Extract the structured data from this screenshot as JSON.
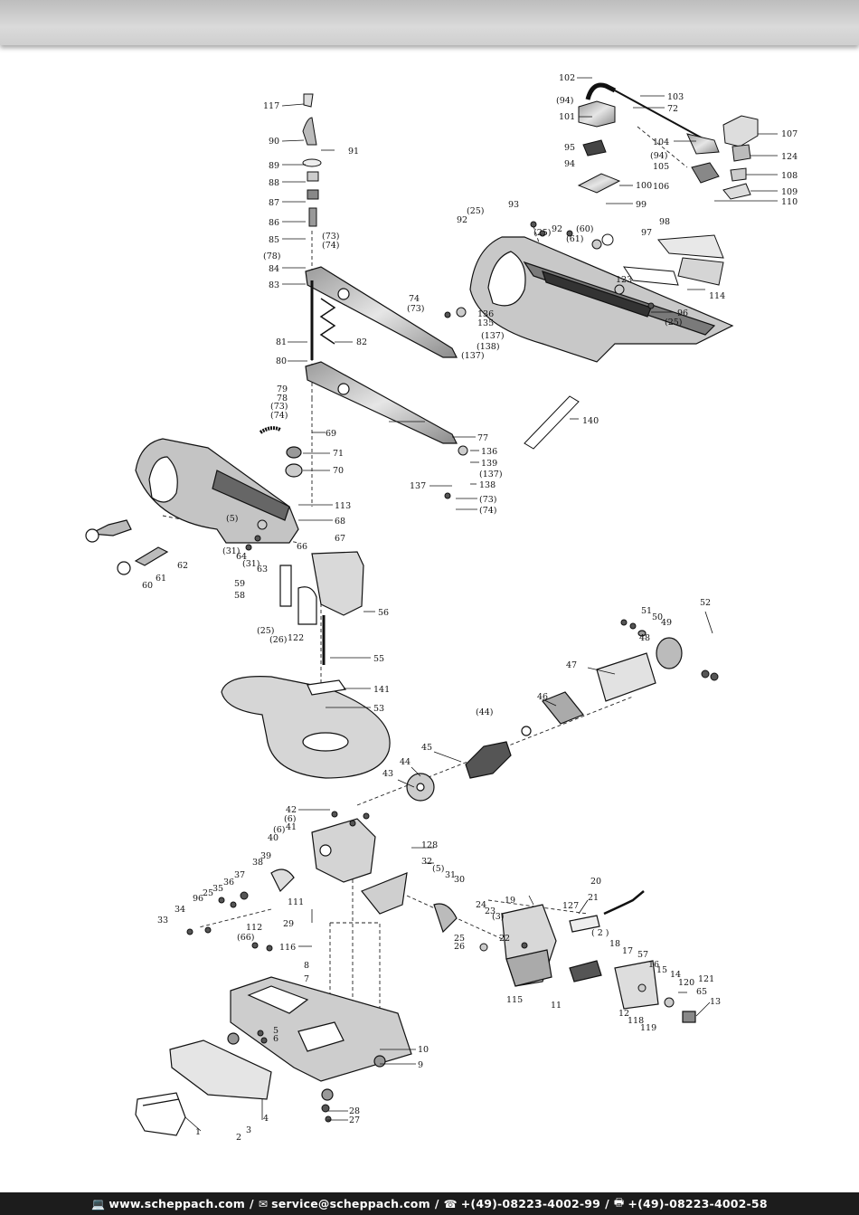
{
  "footer": {
    "web_icon": "monitor-icon",
    "web": "www.scheppach.com",
    "sep1": "/",
    "mail_icon": "envelope-icon",
    "mail": "service@scheppach.com",
    "sep2": "/",
    "phone_icon": "telephone-icon",
    "phone": "+(49)-08223-4002-99",
    "sep3": "/",
    "fax_icon": "fax-icon",
    "fax": "+(49)-08223-4002-58"
  },
  "callouts": [
    {
      "id": "c117",
      "text": "117"
    },
    {
      "id": "c90",
      "text": "90"
    },
    {
      "id": "c91",
      "text": "91"
    },
    {
      "id": "c89",
      "text": "89"
    },
    {
      "id": "c88",
      "text": "88"
    },
    {
      "id": "c87",
      "text": "87"
    },
    {
      "id": "c86",
      "text": "86"
    },
    {
      "id": "c85",
      "text": "85"
    },
    {
      "id": "c73a",
      "text": "(73)"
    },
    {
      "id": "c74a",
      "text": "(74)"
    },
    {
      "id": "c78a",
      "text": "(78)"
    },
    {
      "id": "c84",
      "text": "84"
    },
    {
      "id": "c83",
      "text": "83"
    },
    {
      "id": "c74b",
      "text": "74"
    },
    {
      "id": "c73b",
      "text": "(73)"
    },
    {
      "id": "c136a",
      "text": "136"
    },
    {
      "id": "c135",
      "text": "135"
    },
    {
      "id": "c137a",
      "text": "(137)"
    },
    {
      "id": "c138a",
      "text": "(138)"
    },
    {
      "id": "c137b",
      "text": "(137)"
    },
    {
      "id": "c81",
      "text": "81"
    },
    {
      "id": "c82",
      "text": "82"
    },
    {
      "id": "c80",
      "text": "80"
    },
    {
      "id": "c79",
      "text": "79"
    },
    {
      "id": "c78",
      "text": "78"
    },
    {
      "id": "c73c",
      "text": "(73)"
    },
    {
      "id": "c74c",
      "text": "(74)"
    },
    {
      "id": "c69",
      "text": "69"
    },
    {
      "id": "c71",
      "text": "71"
    },
    {
      "id": "c70",
      "text": "70"
    },
    {
      "id": "c77",
      "text": "77"
    },
    {
      "id": "c136b",
      "text": "136"
    },
    {
      "id": "c139",
      "text": "139"
    },
    {
      "id": "c137c",
      "text": "(137)"
    },
    {
      "id": "c137",
      "text": "137"
    },
    {
      "id": "c138",
      "text": "138"
    },
    {
      "id": "c73d",
      "text": "(73)"
    },
    {
      "id": "c74d",
      "text": "(74)"
    },
    {
      "id": "c113",
      "text": "113"
    },
    {
      "id": "c5a",
      "text": "(5)"
    },
    {
      "id": "c68",
      "text": "68"
    },
    {
      "id": "c67",
      "text": "67"
    },
    {
      "id": "c66",
      "text": "66"
    },
    {
      "id": "c31a",
      "text": "(31)"
    },
    {
      "id": "c64",
      "text": "64"
    },
    {
      "id": "c31b",
      "text": "(31)"
    },
    {
      "id": "c63",
      "text": "63"
    },
    {
      "id": "c62",
      "text": "62"
    },
    {
      "id": "c61",
      "text": "61"
    },
    {
      "id": "c60",
      "text": "60"
    },
    {
      "id": "c59",
      "text": "59"
    },
    {
      "id": "c58",
      "text": "58"
    },
    {
      "id": "c56",
      "text": "56"
    },
    {
      "id": "c25a",
      "text": "(25)"
    },
    {
      "id": "c26a",
      "text": "(26)"
    },
    {
      "id": "c122",
      "text": "122"
    },
    {
      "id": "c55",
      "text": "55"
    },
    {
      "id": "c141",
      "text": "141"
    },
    {
      "id": "c53",
      "text": "53"
    },
    {
      "id": "c102",
      "text": "102"
    },
    {
      "id": "c94a",
      "text": "(94)"
    },
    {
      "id": "c103",
      "text": "103"
    },
    {
      "id": "c72",
      "text": "72"
    },
    {
      "id": "c101",
      "text": "101"
    },
    {
      "id": "c107",
      "text": "107"
    },
    {
      "id": "c95",
      "text": "95"
    },
    {
      "id": "c104",
      "text": "104"
    },
    {
      "id": "c94b",
      "text": "(94)"
    },
    {
      "id": "c124",
      "text": "124"
    },
    {
      "id": "c94",
      "text": "94"
    },
    {
      "id": "c105",
      "text": "105"
    },
    {
      "id": "c108",
      "text": "108"
    },
    {
      "id": "c100",
      "text": "100"
    },
    {
      "id": "c106",
      "text": "106"
    },
    {
      "id": "c109",
      "text": "109"
    },
    {
      "id": "c110",
      "text": "110"
    },
    {
      "id": "c99",
      "text": "99"
    },
    {
      "id": "c93",
      "text": "93"
    },
    {
      "id": "c25b",
      "text": "(25)"
    },
    {
      "id": "c92a",
      "text": "92"
    },
    {
      "id": "c92b",
      "text": "92"
    },
    {
      "id": "c25c",
      "text": "(25)"
    },
    {
      "id": "c60b",
      "text": "(60)"
    },
    {
      "id": "c61b",
      "text": "(61)"
    },
    {
      "id": "c98",
      "text": "98"
    },
    {
      "id": "c97",
      "text": "97"
    },
    {
      "id": "c123",
      "text": "123"
    },
    {
      "id": "c114",
      "text": "114"
    },
    {
      "id": "c96a",
      "text": "96"
    },
    {
      "id": "c25d",
      "text": "(25)"
    },
    {
      "id": "c140",
      "text": "140"
    },
    {
      "id": "c52",
      "text": "52"
    },
    {
      "id": "c51",
      "text": "51"
    },
    {
      "id": "c50",
      "text": "50"
    },
    {
      "id": "c49",
      "text": "49"
    },
    {
      "id": "c48",
      "text": "48"
    },
    {
      "id": "c47",
      "text": "47"
    },
    {
      "id": "c46",
      "text": "46"
    },
    {
      "id": "c44a",
      "text": "(44)"
    },
    {
      "id": "c45",
      "text": "45"
    },
    {
      "id": "c44",
      "text": "44"
    },
    {
      "id": "c43",
      "text": "43"
    },
    {
      "id": "c42",
      "text": "42"
    },
    {
      "id": "c6a",
      "text": "(6)"
    },
    {
      "id": "c41",
      "text": "41"
    },
    {
      "id": "c6b",
      "text": "(6)"
    },
    {
      "id": "c40",
      "text": "40"
    },
    {
      "id": "c39",
      "text": "39"
    },
    {
      "id": "c38",
      "text": "38"
    },
    {
      "id": "c37",
      "text": "37"
    },
    {
      "id": "c36",
      "text": "36"
    },
    {
      "id": "c35",
      "text": "35"
    },
    {
      "id": "c25e",
      "text": "25"
    },
    {
      "id": "c96b",
      "text": "96"
    },
    {
      "id": "c34",
      "text": "34"
    },
    {
      "id": "c33",
      "text": "33"
    },
    {
      "id": "c111",
      "text": "111"
    },
    {
      "id": "c112",
      "text": "112"
    },
    {
      "id": "c66b",
      "text": "(66)"
    },
    {
      "id": "c128",
      "text": "128"
    },
    {
      "id": "c32",
      "text": "32"
    },
    {
      "id": "c5b",
      "text": "(5)"
    },
    {
      "id": "c31",
      "text": "31"
    },
    {
      "id": "c30",
      "text": "30"
    },
    {
      "id": "c24",
      "text": "24"
    },
    {
      "id": "c23",
      "text": "23"
    },
    {
      "id": "c3a",
      "text": "(3)"
    },
    {
      "id": "c25f",
      "text": "25"
    },
    {
      "id": "c26",
      "text": "26"
    },
    {
      "id": "c22",
      "text": "22"
    },
    {
      "id": "c19",
      "text": "19"
    },
    {
      "id": "c127",
      "text": "127"
    },
    {
      "id": "c21",
      "text": "21"
    },
    {
      "id": "c20",
      "text": "20"
    },
    {
      "id": "c2a",
      "text": "( 2 )"
    },
    {
      "id": "c18",
      "text": "18"
    },
    {
      "id": "c17",
      "text": "17"
    },
    {
      "id": "c57",
      "text": "57"
    },
    {
      "id": "c16",
      "text": "16"
    },
    {
      "id": "c15",
      "text": "15"
    },
    {
      "id": "c14",
      "text": "14"
    },
    {
      "id": "c120",
      "text": "120"
    },
    {
      "id": "c121",
      "text": "121"
    },
    {
      "id": "c65",
      "text": "65"
    },
    {
      "id": "c13",
      "text": "13"
    },
    {
      "id": "c115",
      "text": "115"
    },
    {
      "id": "c11",
      "text": "11"
    },
    {
      "id": "c12",
      "text": "12"
    },
    {
      "id": "c118",
      "text": "118"
    },
    {
      "id": "c119",
      "text": "119"
    },
    {
      "id": "c29",
      "text": "29"
    },
    {
      "id": "c116",
      "text": "116"
    },
    {
      "id": "c8",
      "text": "8"
    },
    {
      "id": "c7",
      "text": "7"
    },
    {
      "id": "c5c",
      "text": "5"
    },
    {
      "id": "c6",
      "text": "6"
    },
    {
      "id": "c10",
      "text": "10"
    },
    {
      "id": "c9",
      "text": "9"
    },
    {
      "id": "c4",
      "text": "4"
    },
    {
      "id": "c3",
      "text": "3"
    },
    {
      "id": "c2",
      "text": "2"
    },
    {
      "id": "c1",
      "text": "1"
    },
    {
      "id": "c28",
      "text": "28"
    },
    {
      "id": "c27",
      "text": "27"
    }
  ]
}
